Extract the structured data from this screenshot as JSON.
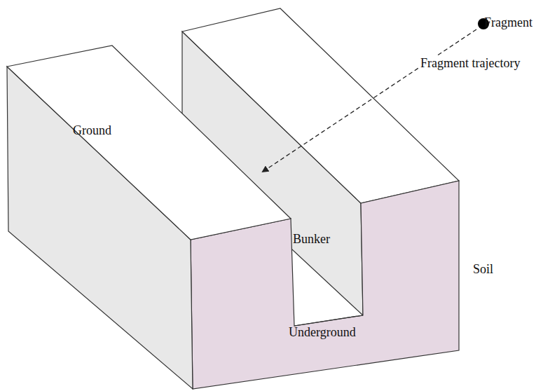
{
  "diagram": {
    "labels": [
      "Fragment",
      "Fragment trajectory",
      "Ground",
      "Bunker",
      "Soil",
      "Underground"
    ]
  }
}
